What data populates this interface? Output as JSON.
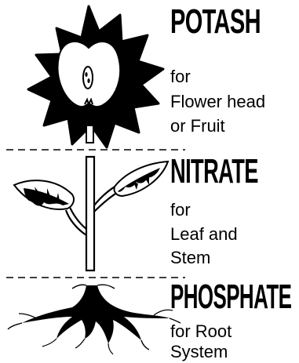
{
  "sections": [
    {
      "heading": "POTASH",
      "lines": [
        "for",
        "Flower head",
        "or Fruit"
      ],
      "icon": "fruit-flower-icon"
    },
    {
      "heading": "NITRATE",
      "lines": [
        "for",
        "Leaf and",
        "Stem"
      ],
      "icon": "leaf-stem-icon"
    },
    {
      "heading": "PHOSPHATE",
      "lines": [
        "for Root",
        "System"
      ],
      "icon": "root-system-icon"
    }
  ],
  "colors": {
    "ink": "#000000",
    "paper": "#ffffff"
  }
}
